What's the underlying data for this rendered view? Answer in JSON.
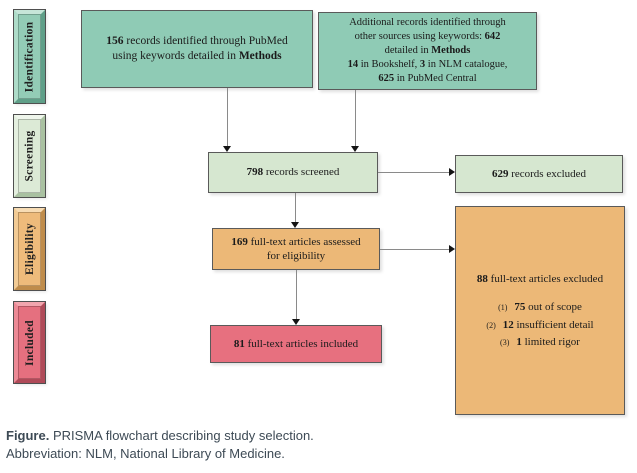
{
  "stages": [
    {
      "label": "Identification"
    },
    {
      "label": "Screening"
    },
    {
      "label": "Eligibility"
    },
    {
      "label": "Included"
    }
  ],
  "boxes": {
    "pubmed": {
      "segments": [
        {
          "text": "156",
          "bold": true
        },
        {
          "text": " records identified through PubMed"
        },
        {
          "br": true
        },
        {
          "text": "using keywords detailed in "
        },
        {
          "text": "Methods",
          "bold": true
        }
      ]
    },
    "additional": {
      "segments": [
        {
          "text": "Additional records identified through"
        },
        {
          "br": true
        },
        {
          "text": "other sources using keywords: "
        },
        {
          "text": "642",
          "bold": true
        },
        {
          "br": true
        },
        {
          "text": "detailed in "
        },
        {
          "text": "Methods",
          "bold": true
        },
        {
          "br": true
        },
        {
          "text": "14",
          "bold": true
        },
        {
          "text": " in Bookshelf, "
        },
        {
          "text": "3",
          "bold": true
        },
        {
          "text": " in NLM catalogue,"
        },
        {
          "br": true
        },
        {
          "text": "625",
          "bold": true
        },
        {
          "text": " in PubMed Central"
        }
      ]
    },
    "screened": {
      "segments": [
        {
          "text": "798",
          "bold": true
        },
        {
          "text": " records screened"
        }
      ]
    },
    "records_excluded": {
      "segments": [
        {
          "text": "629",
          "bold": true
        },
        {
          "text": " records excluded"
        }
      ]
    },
    "assessed": {
      "segments": [
        {
          "text": "169",
          "bold": true
        },
        {
          "text": " full-text articles assessed"
        },
        {
          "br": true
        },
        {
          "text": "for eligibility"
        }
      ]
    },
    "fulltext_excluded": {
      "heading": [
        {
          "text": "88",
          "bold": true
        },
        {
          "text": " full-text articles excluded"
        }
      ],
      "items": [
        {
          "index": "(1)",
          "value": "75",
          "label": " out of scope"
        },
        {
          "index": "(2)",
          "value": "12",
          "label": " insufficient detail"
        },
        {
          "index": "(3)",
          "value": "1",
          "label": " limited rigor"
        }
      ]
    },
    "included": {
      "segments": [
        {
          "text": "81",
          "bold": true
        },
        {
          "text": " full-text articles included"
        }
      ]
    }
  },
  "caption": {
    "figure_label": "Figure.",
    "figure_text": " PRISMA flowchart describing study selection.",
    "abbreviation": "Abbreviation: NLM, National Library of Medicine."
  },
  "colors": {
    "teal": "#8fcbb5",
    "light_green": "#d6e7d0",
    "orange": "#ecb877",
    "pink": "#e7707f",
    "connector_line": "#8a8a8a",
    "caption_text": "#3d4a55"
  }
}
